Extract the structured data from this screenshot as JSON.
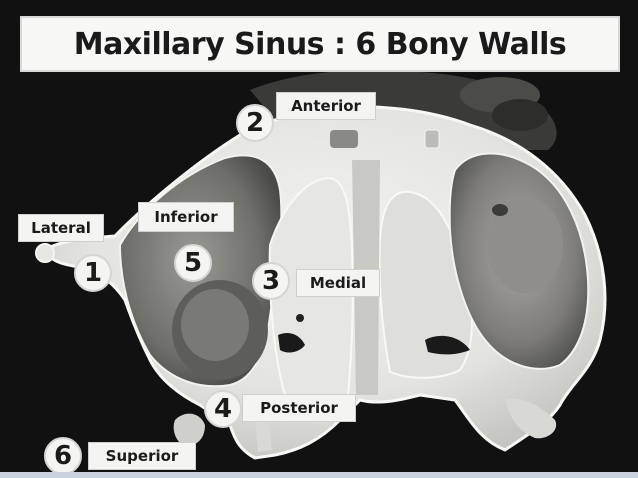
{
  "title": "Maxillary Sinus : 6 Bony Walls",
  "walls": [
    {
      "number": "1",
      "label": "Lateral"
    },
    {
      "number": "2",
      "label": "Anterior"
    },
    {
      "number": "3",
      "label": "Medial"
    },
    {
      "number": "4",
      "label": "Posterior"
    },
    {
      "number": "5",
      "label": "Inferior"
    },
    {
      "number": "6",
      "label": "Superior"
    }
  ]
}
